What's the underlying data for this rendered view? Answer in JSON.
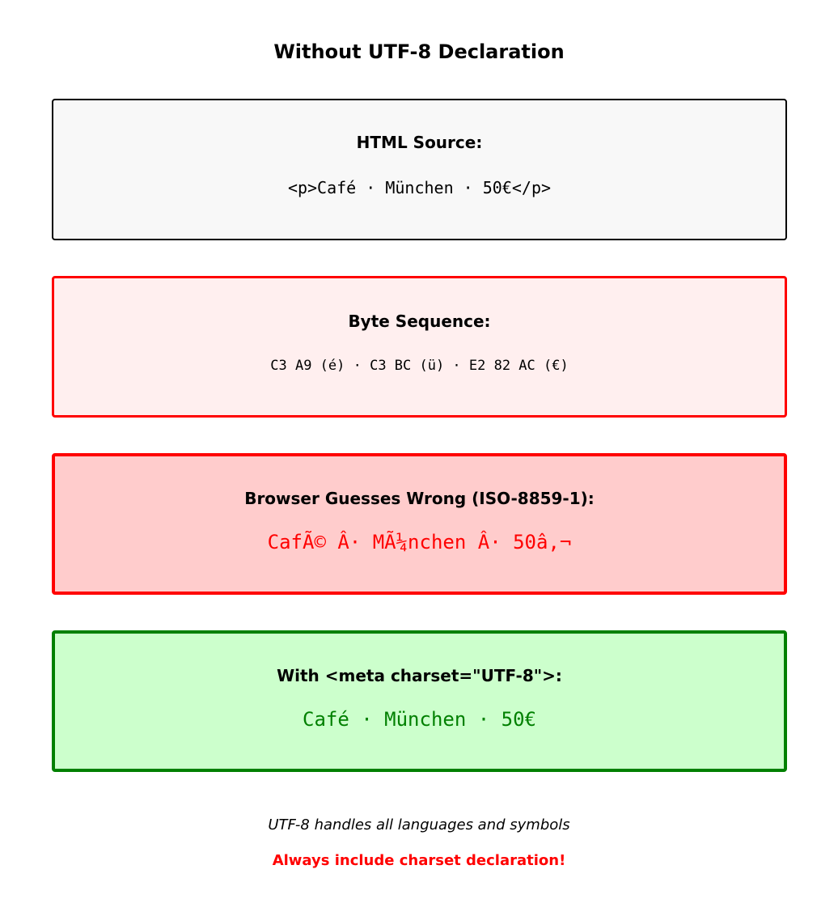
{
  "title": "Without UTF-8 Declaration",
  "boxes": [
    {
      "heading": "HTML Source:",
      "content": "<p>Café · München · 50€</p>"
    },
    {
      "heading": "Byte Sequence:",
      "content": "C3 A9 (é) · C3 BC (ü) · E2 82 AC (€)"
    },
    {
      "heading": "Browser Guesses Wrong (ISO-8859-1):",
      "content": "CafÃ© Â· MÃ¼nchen Â· 50â‚¬"
    },
    {
      "heading": "With <meta charset=\"UTF-8\">:",
      "content": "Café · München · 50€"
    }
  ],
  "notes": {
    "info": "UTF-8 handles all languages and symbols",
    "warning": "Always include charset declaration!"
  },
  "colors": {
    "error": "#ff0000",
    "success": "#008000"
  }
}
